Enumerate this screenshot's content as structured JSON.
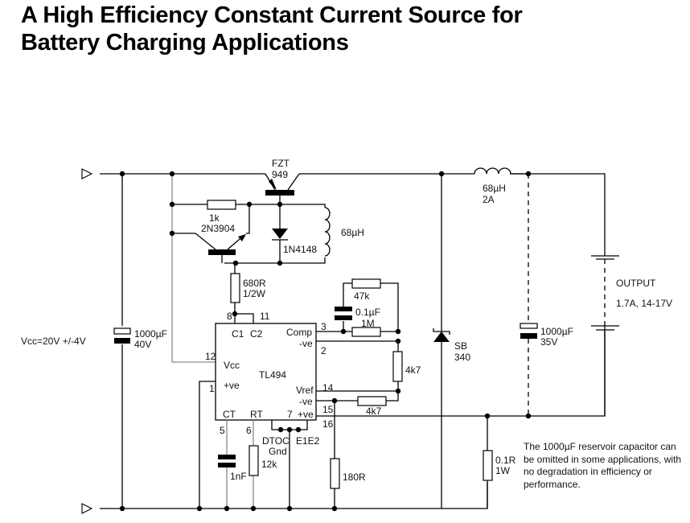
{
  "title": {
    "line1": "A High Efficiency Constant Current Source for",
    "line2": "Battery Charging Applications"
  },
  "supply": {
    "label": "Vcc=20V +/-4V",
    "input_capacitor": {
      "value": "1000µF",
      "rating": "40V"
    }
  },
  "pass_transistor": {
    "line1": "FZT",
    "line2": "949"
  },
  "base_resistor": "1k",
  "driver_transistor": "2N3904",
  "diode": "1N4148",
  "small_inductor": "68µH",
  "drive_resistor": {
    "value": "680R",
    "rating": "1/2W"
  },
  "ic": {
    "name": "TL494",
    "pins": {
      "c1": "C1",
      "c2": "C2",
      "comp": "Comp",
      "neg1": "-ve",
      "vcc": "Vcc",
      "pos1": "+ve",
      "vref": "Vref",
      "neg2": "-ve",
      "pos2": "+ve",
      "ct": "CT",
      "rt": "RT"
    },
    "pin_numbers": {
      "p8": "8",
      "p11": "11",
      "p3": "3",
      "p2": "2",
      "p12": "12",
      "p1": "1",
      "p14": "14",
      "p15": "15",
      "p16": "16",
      "p5": "5",
      "p6": "6",
      "p7": "7"
    },
    "bottom_labels": {
      "dtoc": "DTOC",
      "gnd": "Gnd",
      "e1e2": "E1E2"
    }
  },
  "feedback": {
    "r_47k": "47k",
    "cap": "0.1µF",
    "r_1m": "1M",
    "r_4k7_vertical": "4k7",
    "r_4k7_horizontal": "4k7"
  },
  "timing": {
    "ct_cap": "1nF",
    "rt_res": "12k"
  },
  "sense_pull": "180R",
  "output_inductor": {
    "value": "68µH",
    "rating": "2A"
  },
  "schottky": {
    "line1": "SB",
    "line2": "340"
  },
  "output_capacitor": {
    "value": "1000µF",
    "rating": "35V"
  },
  "output": {
    "label": "OUTPUT",
    "spec": "1.7A, 14-17V"
  },
  "sense_resistor": {
    "value": "0.1R",
    "rating": "1W"
  },
  "note": "The 1000µF reservoir capacitor can be omitted in some applications, with no degradation in efficiency or performance."
}
